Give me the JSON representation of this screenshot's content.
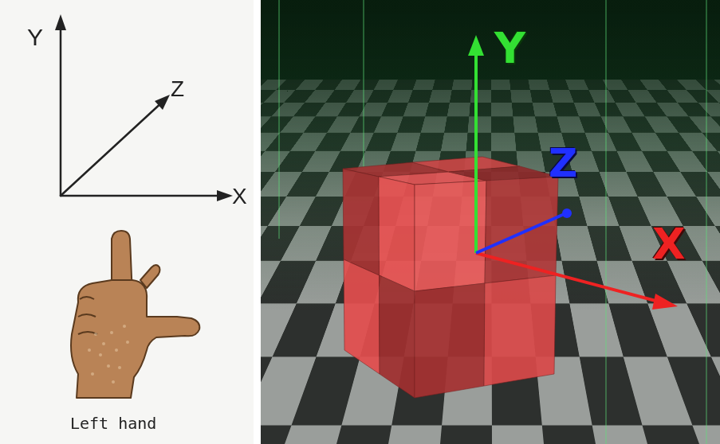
{
  "diagram": {
    "labels": [
      "Y",
      "Z",
      "X",
      "Left hand",
      "Y",
      "Z",
      "X"
    ]
  }
}
